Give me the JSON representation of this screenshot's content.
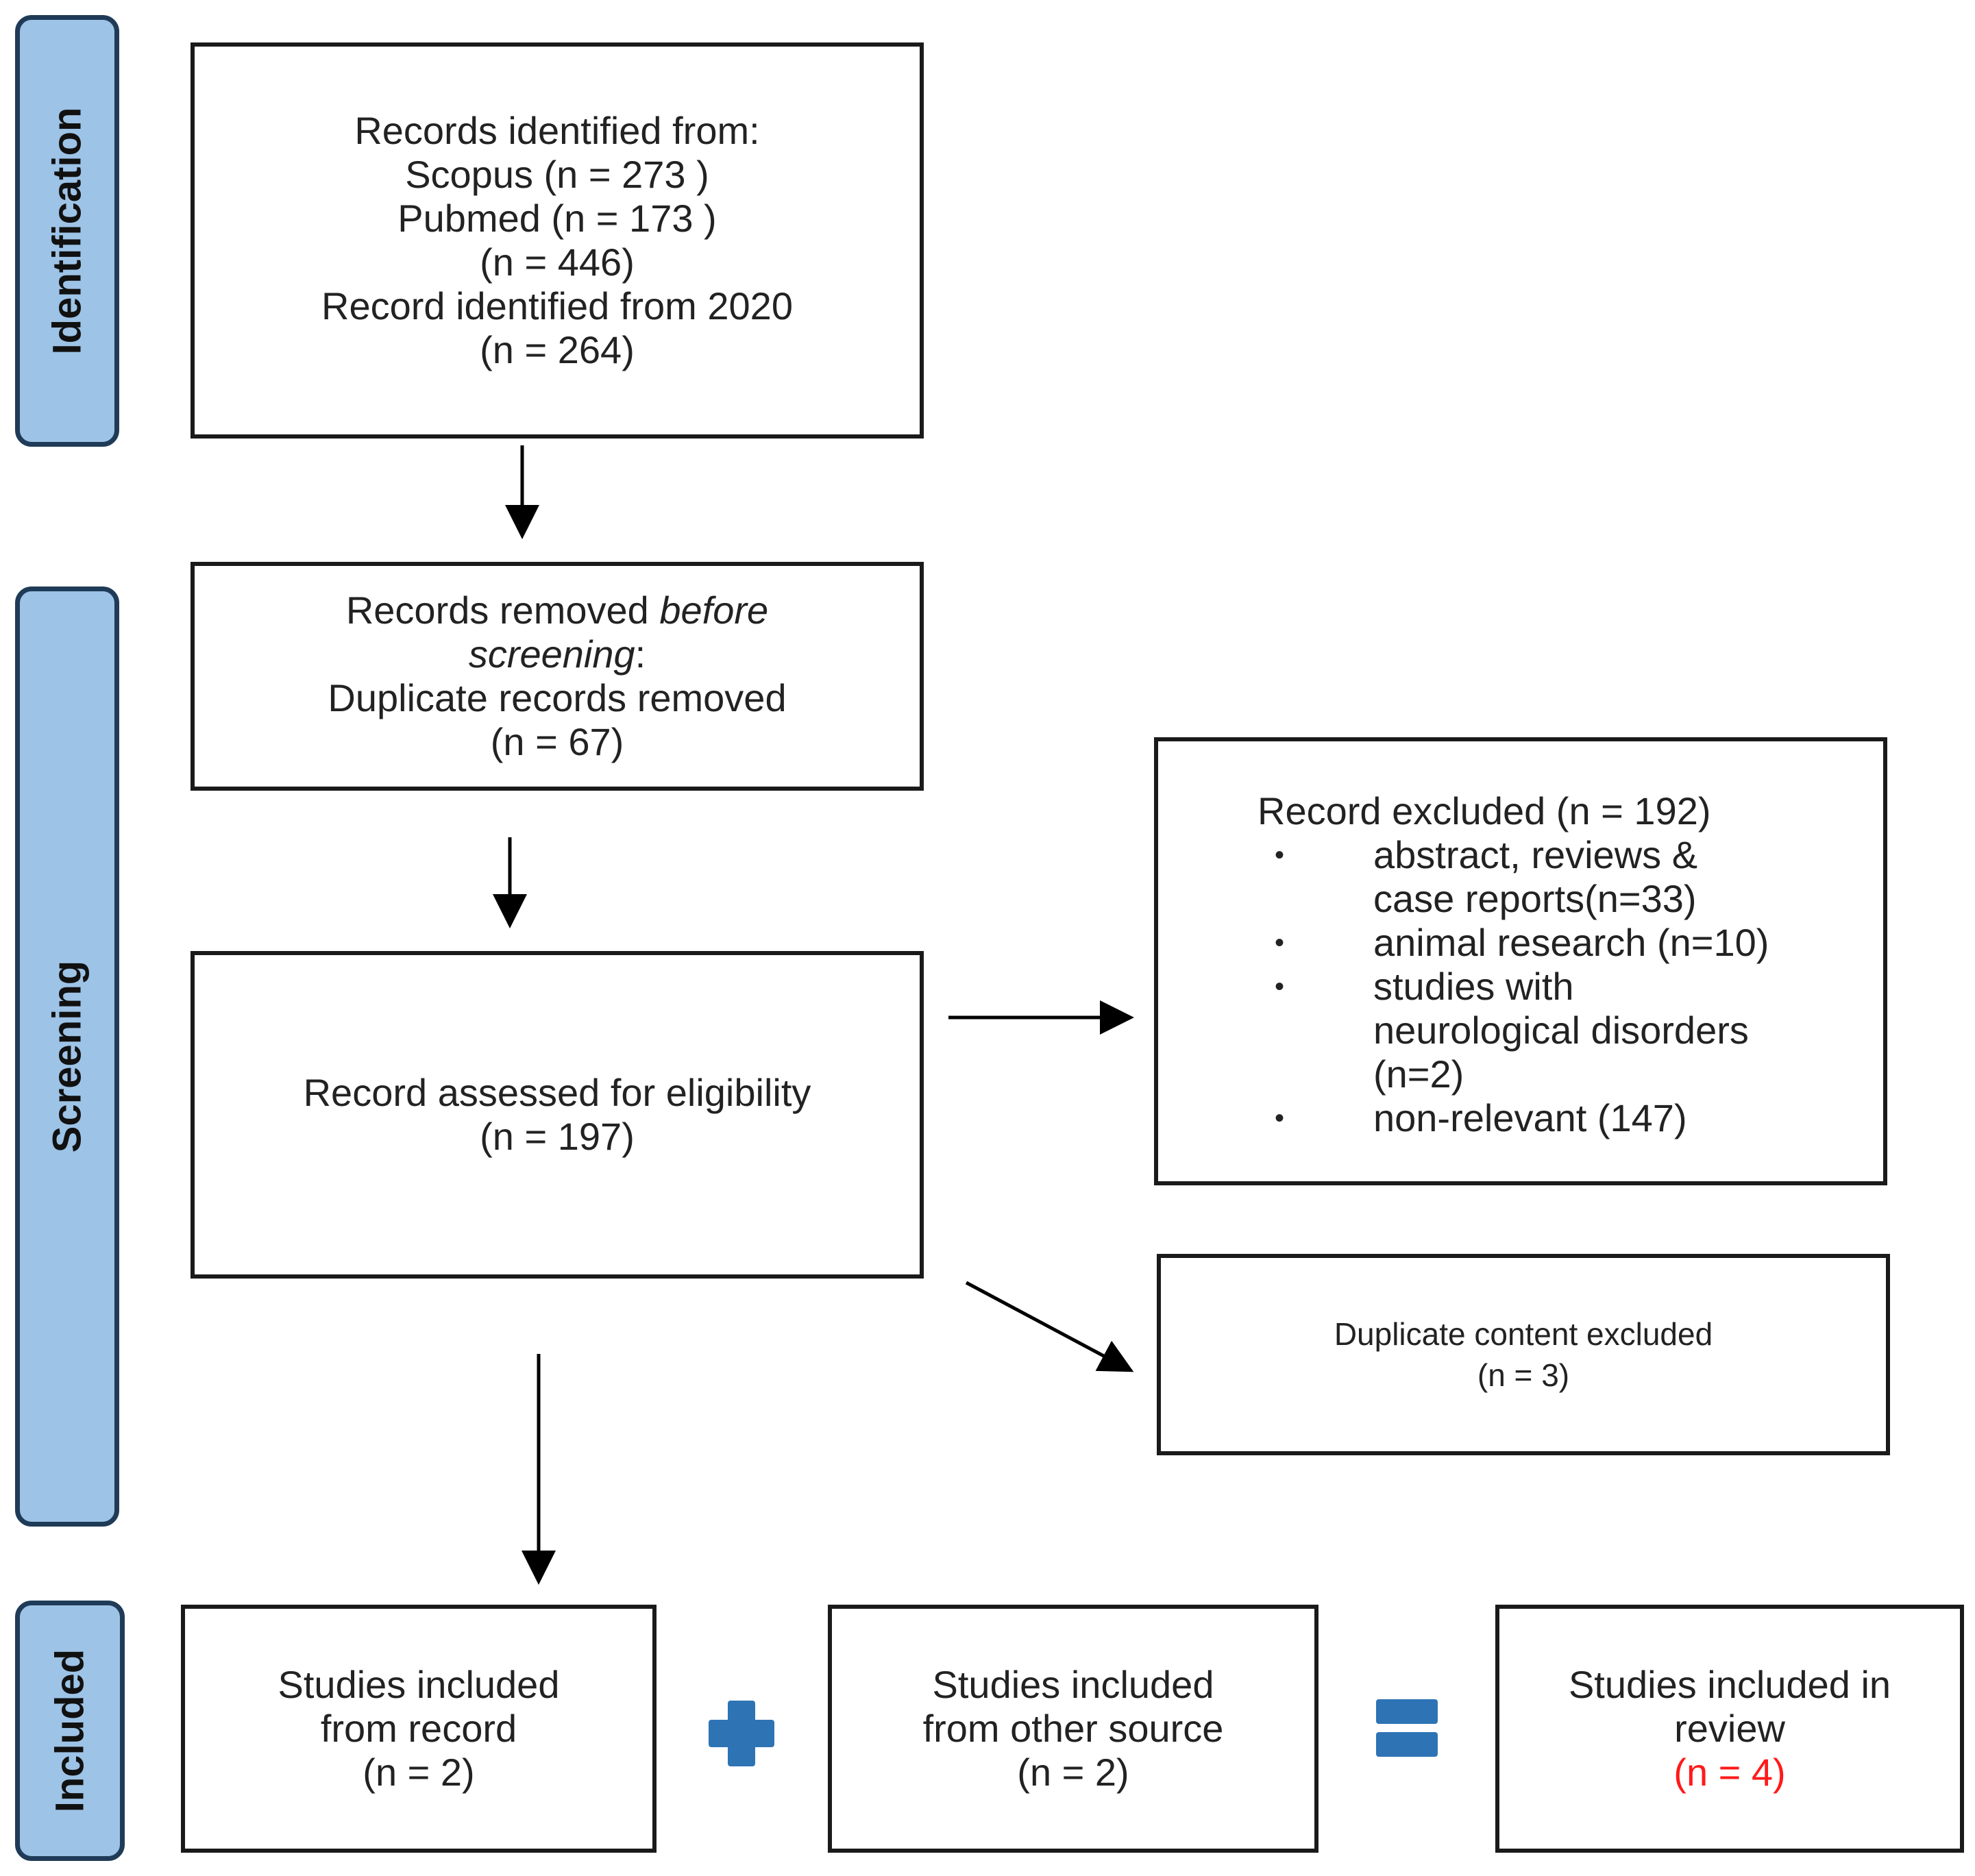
{
  "phases": {
    "identification": "Identification",
    "screening": "Screening",
    "included": "Included"
  },
  "identification_box": {
    "lines": [
      "Records identified from:",
      "Scopus (n = 273 )",
      "Pubmed (n = 173 )",
      "(n = 446)",
      "Record identified from 2020",
      "(n = 264)"
    ]
  },
  "removed_box": {
    "line1_prefix": "Records removed ",
    "line1_italic": "before",
    "line2_italic": "screening",
    "line2_suffix": ":",
    "line3": "Duplicate records removed",
    "line4": "(n = 67)"
  },
  "assessed_box": {
    "line1": "Record assessed for eligibility",
    "line2": "(n = 197)"
  },
  "excluded_box": {
    "title": "Record excluded (n = 192)",
    "bullet": "•",
    "items": [
      [
        "abstract, reviews &",
        "case reports(n=33)"
      ],
      [
        "animal  research (n=10)"
      ],
      [
        "studies with",
        "neurological disorders",
        "(n=2)"
      ],
      [
        "non-relevant (147)"
      ]
    ]
  },
  "duplicate_box": {
    "line1": "Duplicate content excluded",
    "line2": "(n = 3)"
  },
  "included_record_box": {
    "line1": "Studies included",
    "line2": "from record",
    "line3": "(n = 2)"
  },
  "included_other_box": {
    "line1": "Studies included",
    "line2": "from other source",
    "line3": "(n = 2)"
  },
  "included_review_box": {
    "line1": "Studies included in",
    "line2": "review",
    "line3": "(n = 4)"
  },
  "colors": {
    "phase_fill": "#9dc3e6",
    "phase_border": "#1f3b57",
    "operator": "#2e74b5",
    "highlight": "#ff1a1a"
  },
  "operators": {
    "plus": "plus-icon",
    "equals": "equals-icon"
  }
}
